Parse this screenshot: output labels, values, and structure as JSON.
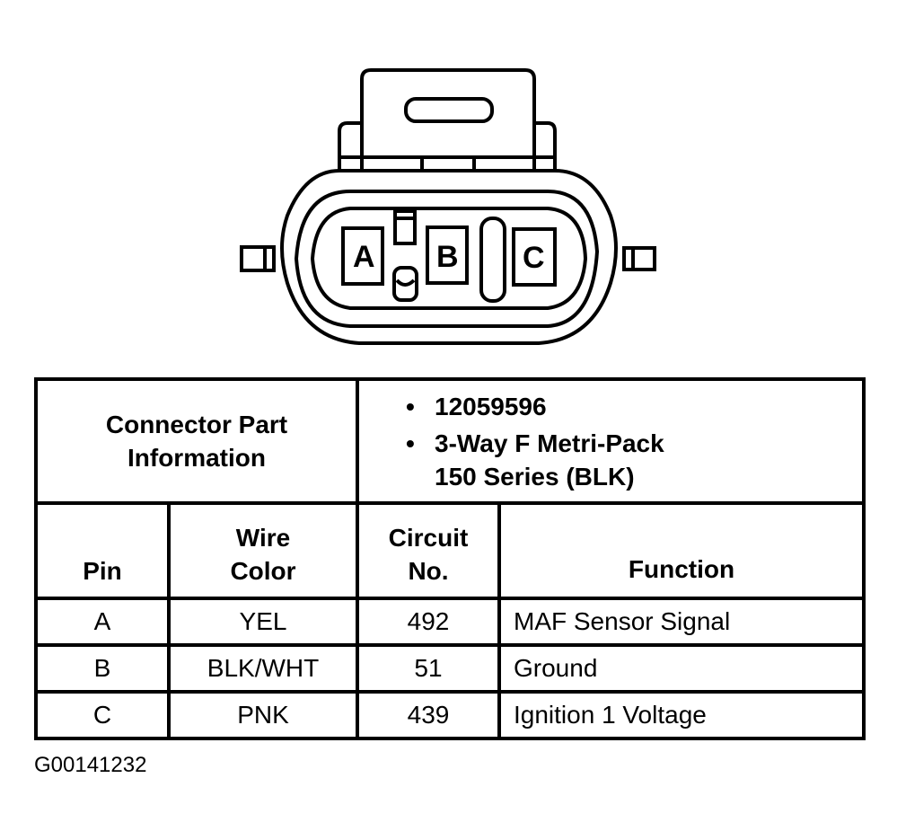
{
  "diagram": {
    "type": "connector-end-view",
    "pins": [
      "A",
      "B",
      "C"
    ]
  },
  "connector_info": {
    "label": "Connector Part Information",
    "label_line1": "Connector Part",
    "label_line2": "Information",
    "bullets": [
      {
        "symbol": "•",
        "line1": "12059596",
        "line2": ""
      },
      {
        "symbol": "•",
        "line1": "3-Way F Metri-Pack",
        "line2": "150 Series (BLK)"
      }
    ]
  },
  "table": {
    "headers": {
      "pin": "Pin",
      "wire_color_line1": "Wire",
      "wire_color_line2": "Color",
      "circuit_line1": "Circuit",
      "circuit_line2": "No.",
      "function": "Function"
    },
    "rows": [
      {
        "pin": "A",
        "wire_color": "YEL",
        "circuit": "492",
        "function": "MAF Sensor Signal"
      },
      {
        "pin": "B",
        "wire_color": "BLK/WHT",
        "circuit": "51",
        "function": "Ground"
      },
      {
        "pin": "C",
        "wire_color": "PNK",
        "circuit": "439",
        "function": "Ignition 1 Voltage"
      }
    ]
  },
  "figure_id": "G00141232"
}
